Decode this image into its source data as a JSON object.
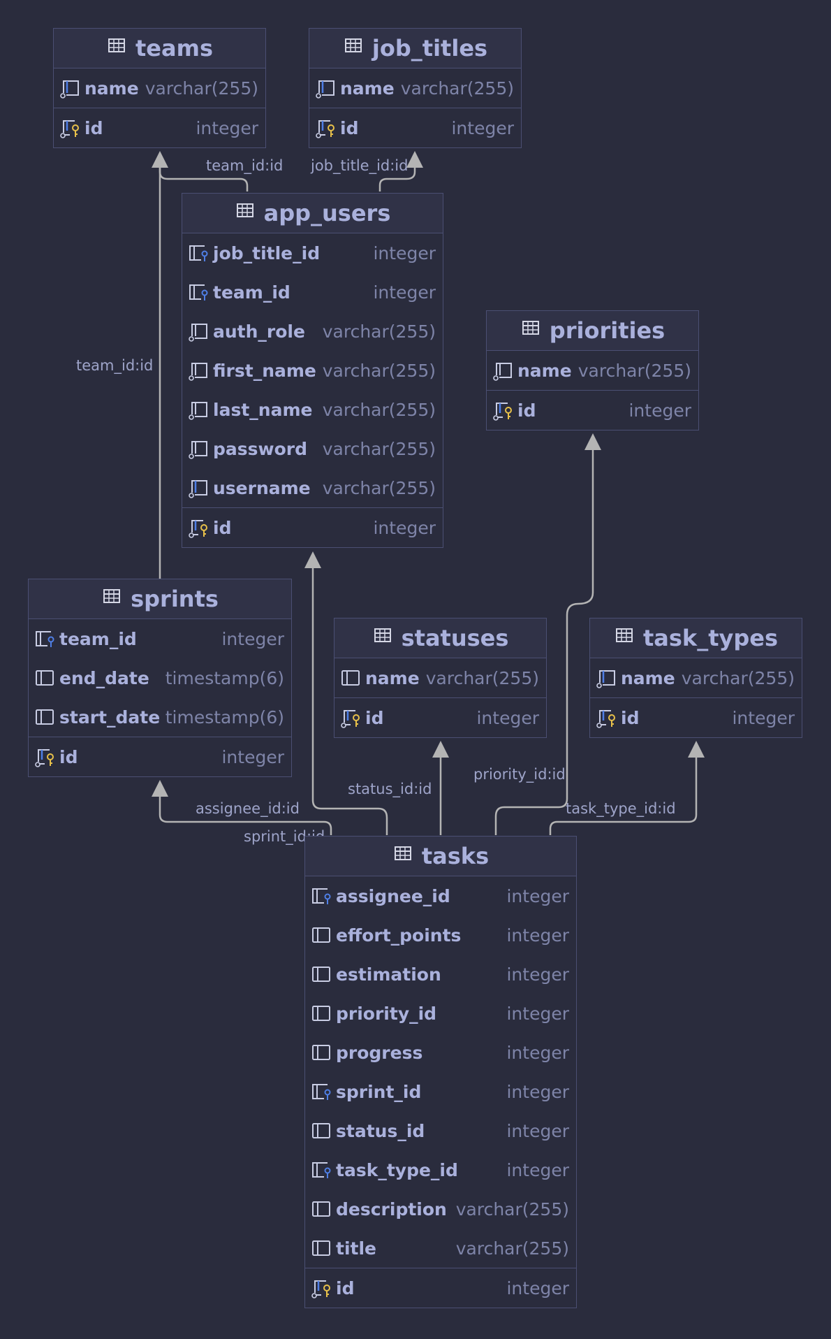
{
  "colors": {
    "background": "#2a2c3d",
    "header": "#303247",
    "border": "#4b4f73",
    "text": "#aab1dc",
    "type_text": "#7e84a8",
    "edge": "#b4b4b4",
    "fk_key": "#4f7fe6",
    "pk_key": "#e8c14a"
  },
  "tables": {
    "teams": {
      "title": "teams",
      "columns": [
        {
          "name": "name",
          "type": "varchar(255)",
          "icon": "unique-column-icon"
        }
      ],
      "pk": {
        "name": "id",
        "type": "integer"
      }
    },
    "job_titles": {
      "title": "job_titles",
      "columns": [
        {
          "name": "name",
          "type": "varchar(255)",
          "icon": "unique-column-icon"
        }
      ],
      "pk": {
        "name": "id",
        "type": "integer"
      }
    },
    "app_users": {
      "title": "app_users",
      "columns": [
        {
          "name": "job_title_id",
          "type": "integer",
          "icon": "foreign-key-icon"
        },
        {
          "name": "team_id",
          "type": "integer",
          "icon": "foreign-key-icon"
        },
        {
          "name": "auth_role",
          "type": "varchar(255)",
          "icon": "not-null-column-icon"
        },
        {
          "name": "first_name",
          "type": "varchar(255)",
          "icon": "not-null-column-icon"
        },
        {
          "name": "last_name",
          "type": "varchar(255)",
          "icon": "not-null-column-icon"
        },
        {
          "name": "password",
          "type": "varchar(255)",
          "icon": "not-null-column-icon"
        },
        {
          "name": "username",
          "type": "varchar(255)",
          "icon": "unique-column-icon"
        }
      ],
      "pk": {
        "name": "id",
        "type": "integer"
      }
    },
    "priorities": {
      "title": "priorities",
      "columns": [
        {
          "name": "name",
          "type": "varchar(255)",
          "icon": "not-null-column-icon"
        }
      ],
      "pk": {
        "name": "id",
        "type": "integer"
      }
    },
    "sprints": {
      "title": "sprints",
      "columns": [
        {
          "name": "team_id",
          "type": "integer",
          "icon": "foreign-key-icon"
        },
        {
          "name": "end_date",
          "type": "timestamp(6)",
          "icon": "column-icon"
        },
        {
          "name": "start_date",
          "type": "timestamp(6)",
          "icon": "column-icon"
        }
      ],
      "pk": {
        "name": "id",
        "type": "integer"
      }
    },
    "statuses": {
      "title": "statuses",
      "columns": [
        {
          "name": "name",
          "type": "varchar(255)",
          "icon": "column-icon"
        }
      ],
      "pk": {
        "name": "id",
        "type": "integer"
      }
    },
    "task_types": {
      "title": "task_types",
      "columns": [
        {
          "name": "name",
          "type": "varchar(255)",
          "icon": "unique-column-icon"
        }
      ],
      "pk": {
        "name": "id",
        "type": "integer"
      }
    },
    "tasks": {
      "title": "tasks",
      "columns": [
        {
          "name": "assignee_id",
          "type": "integer",
          "icon": "foreign-key-icon"
        },
        {
          "name": "effort_points",
          "type": "integer",
          "icon": "column-icon"
        },
        {
          "name": "estimation",
          "type": "integer",
          "icon": "column-icon"
        },
        {
          "name": "priority_id",
          "type": "integer",
          "icon": "column-icon"
        },
        {
          "name": "progress",
          "type": "integer",
          "icon": "column-icon"
        },
        {
          "name": "sprint_id",
          "type": "integer",
          "icon": "foreign-key-icon"
        },
        {
          "name": "status_id",
          "type": "integer",
          "icon": "column-icon"
        },
        {
          "name": "task_type_id",
          "type": "integer",
          "icon": "foreign-key-icon"
        },
        {
          "name": "description",
          "type": "varchar(255)",
          "icon": "column-icon"
        },
        {
          "name": "title",
          "type": "varchar(255)",
          "icon": "column-icon"
        }
      ],
      "pk": {
        "name": "id",
        "type": "integer"
      }
    }
  },
  "relations": [
    {
      "from": "app_users",
      "to": "teams",
      "label": "team_id:id"
    },
    {
      "from": "app_users",
      "to": "job_titles",
      "label": "job_title_id:id"
    },
    {
      "from": "sprints",
      "to": "teams",
      "label": "team_id:id"
    },
    {
      "from": "tasks",
      "to": "app_users",
      "label": "assignee_id:id"
    },
    {
      "from": "tasks",
      "to": "sprints",
      "label": "sprint_id:id"
    },
    {
      "from": "tasks",
      "to": "statuses",
      "label": "status_id:id"
    },
    {
      "from": "tasks",
      "to": "priorities",
      "label": "priority_id:id"
    },
    {
      "from": "tasks",
      "to": "task_types",
      "label": "task_type_id:id"
    }
  ]
}
